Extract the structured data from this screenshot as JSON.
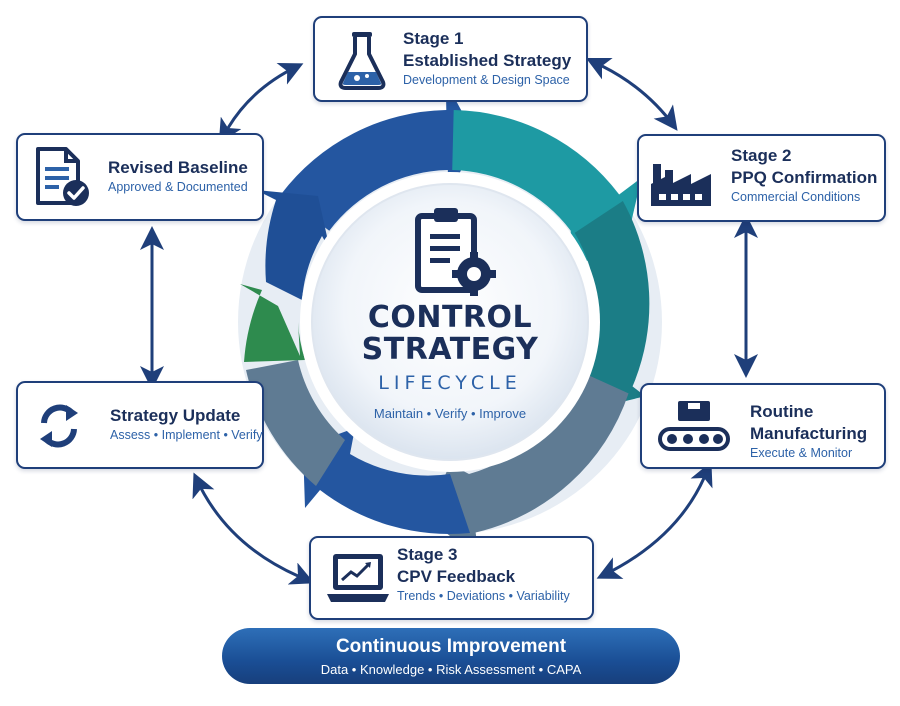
{
  "center": {
    "title_line1": "CONTROL",
    "title_line2": "STRATEGY",
    "title_line3": "LIFECYCLE",
    "subtitle": "Maintain • Verify • Improve",
    "icon": "clipboard-gear-icon"
  },
  "nodes": {
    "stage1": {
      "label": "Stage 1",
      "title": "Established Strategy",
      "subtitle": "Development & Design Space",
      "icon": "flask-icon"
    },
    "stage2": {
      "label": "Stage 2",
      "title": "PPQ Confirmation",
      "subtitle": "Commercial Conditions",
      "icon": "factory-icon"
    },
    "routine": {
      "title_line1": "Routine",
      "title_line2": "Manufacturing",
      "subtitle": "Execute & Monitor",
      "icon": "conveyor-icon"
    },
    "stage3": {
      "label": "Stage 3",
      "title": "CPV Feedback",
      "subtitle": "Trends • Deviations • Variability",
      "icon": "laptop-chart-icon"
    },
    "strategy_update": {
      "title": "Strategy Update",
      "subtitle": "Assess • Implement • Verify",
      "icon": "refresh-cycle-icon"
    },
    "revised_baseline": {
      "title": "Revised Baseline",
      "subtitle": "Approved & Documented",
      "icon": "document-check-icon"
    }
  },
  "banner": {
    "title": "Continuous Improvement",
    "subtitle": "Data • Knowledge • Risk Assessment • CAPA"
  },
  "colors": {
    "navy": "#1f3f7a",
    "blue": "#2d62a8",
    "teal": "#1e9aa3",
    "dark_teal": "#1b7d86",
    "slate": "#5f7b93",
    "green": "#2e8b4e",
    "ring_blue": "#2456a0"
  }
}
